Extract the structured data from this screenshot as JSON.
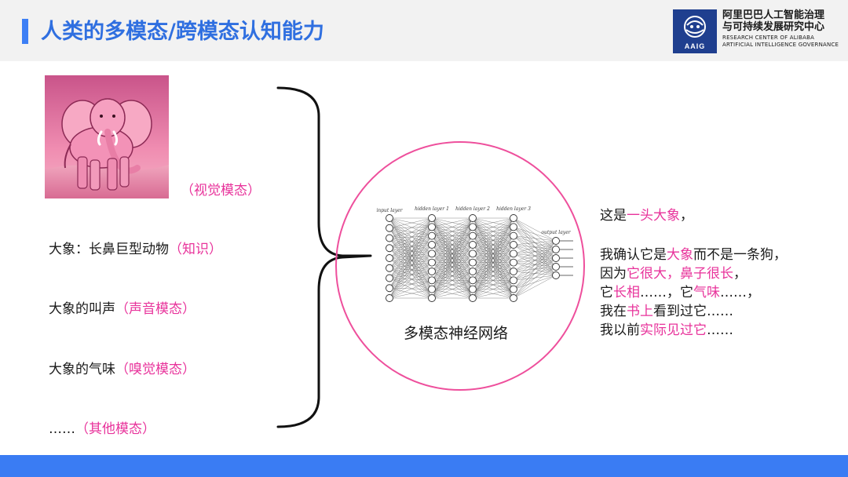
{
  "header": {
    "title": "人类的多模态/跨模态认知能力",
    "logo_abbr": "AAIG",
    "logo_line1": "阿里巴巴人工智能治理",
    "logo_line2": "与可持续发展研究中心",
    "logo_en1": "RESEARCH CENTER OF ALIBABA",
    "logo_en2": "ARTIFICIAL INTELLIGENCE GOVERNANCE"
  },
  "left": {
    "visual_label": "（视觉模态）",
    "knowledge_text": "大象：长鼻巨型动物",
    "knowledge_label": "（知识）",
    "sound_text": "大象的叫声",
    "sound_label": "（声音模态）",
    "smell_text": "大象的气味",
    "smell_label": "（嗅觉模态）",
    "other_text": "……",
    "other_label": "（其他模态）"
  },
  "network": {
    "caption": "多模态神经网络",
    "layer_labels": [
      "input layer",
      "hidden layer 1",
      "hidden layer 2",
      "hidden layer 3",
      "output layer"
    ]
  },
  "description": {
    "l1a": "这是",
    "l1b": "一头大象",
    "l1c": "，",
    "l2a": "我确认它是",
    "l2b": "大象",
    "l2c": "而不是一条狗，",
    "l3a": "因为",
    "l3b": "它很大，鼻子很长",
    "l3c": "，",
    "l4a": "它",
    "l4b": "长相",
    "l4c": "……，它",
    "l4d": "气味",
    "l4e": "……，",
    "l5a": "我在",
    "l5b": "书上",
    "l5c": "看到过它……",
    "l6a": "我以前",
    "l6b": "实际见过它",
    "l6c": "……"
  },
  "colors": {
    "title": "#2f6fe0",
    "accent": "#e8339b",
    "footer": "#3a7cf3"
  }
}
